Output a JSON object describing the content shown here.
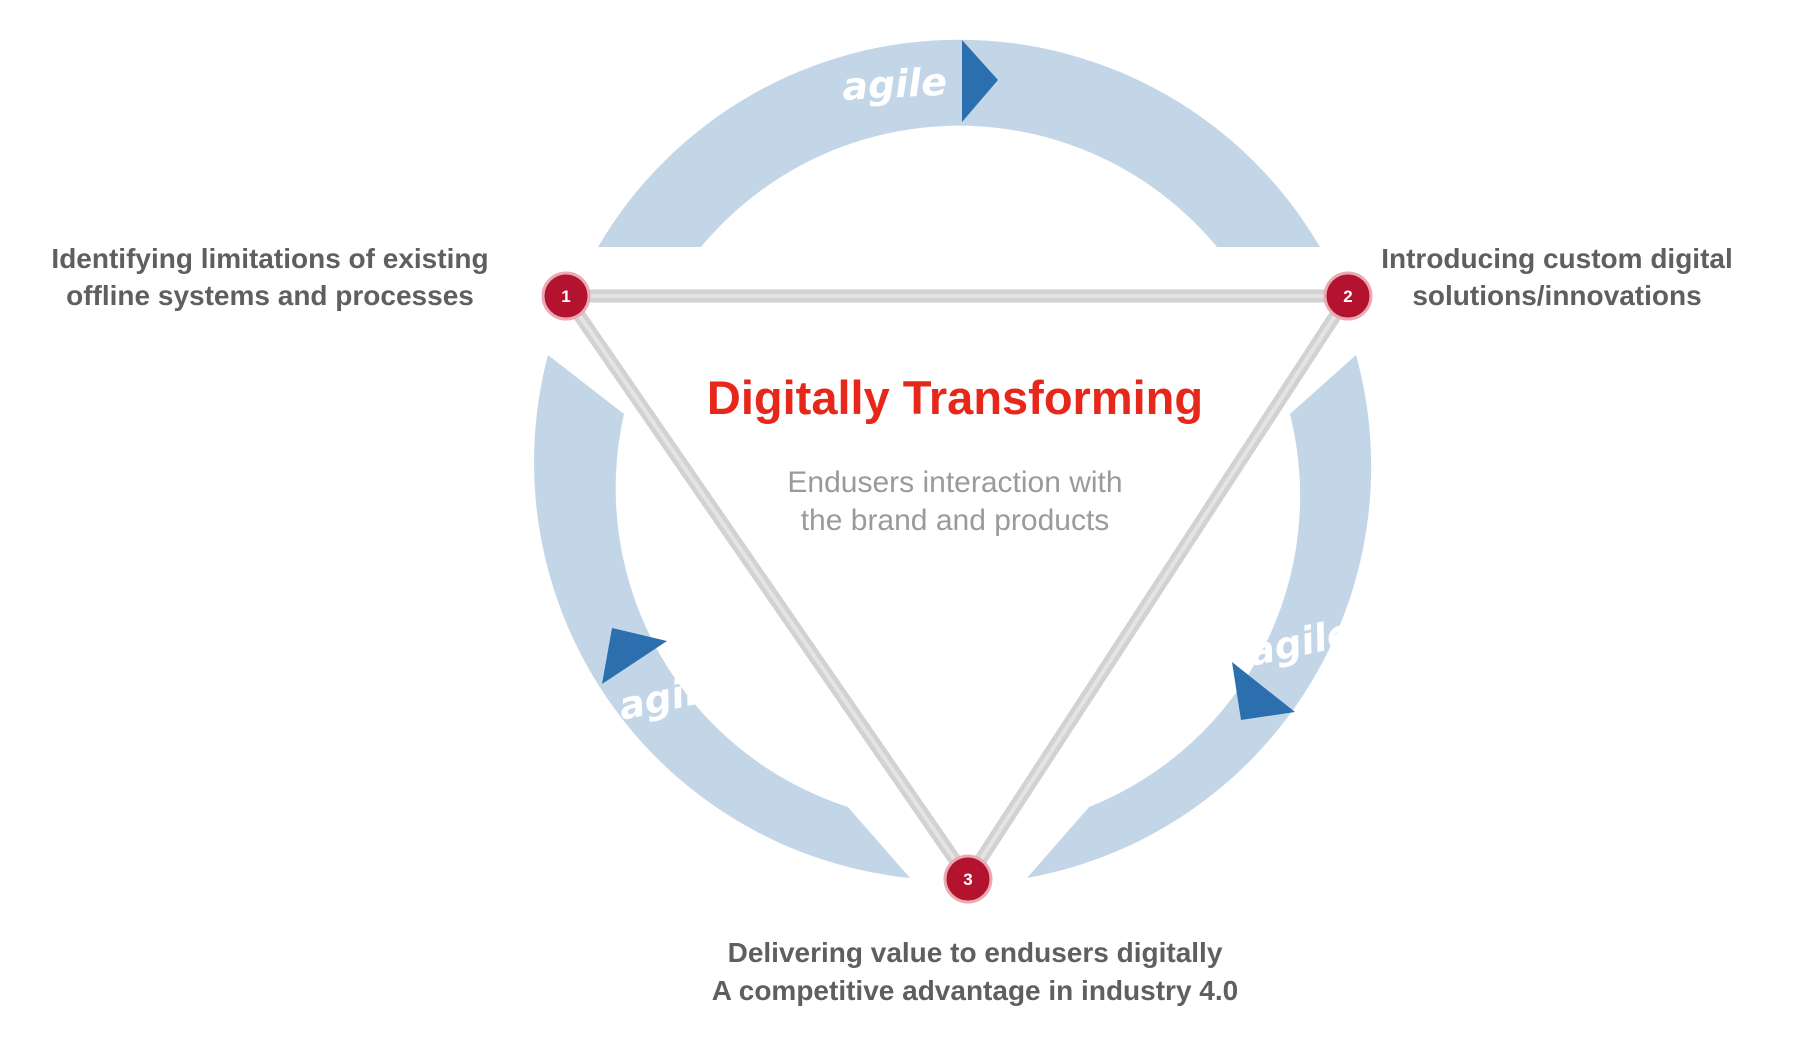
{
  "cycle_label": "agile",
  "center": {
    "title": "Digitally Transforming",
    "subtitle_line1": "Endusers interaction with",
    "subtitle_line2": "the brand and products"
  },
  "nodes": [
    {
      "number": "1",
      "caption_line1": "Identifying limitations of existing",
      "caption_line2": "offline systems and processes"
    },
    {
      "number": "2",
      "caption_line1": "Introducing custom digital",
      "caption_line2": "solutions/innovations"
    },
    {
      "number": "3",
      "caption_line1": "Delivering value to endusers digitally",
      "caption_line2": "A competitive advantage in industry 4.0"
    }
  ],
  "colors": {
    "arc": "#c3d6e7",
    "arrow": "#2b6faf",
    "node": "#b3132e",
    "edge": "#d2d2d2",
    "title": "#e6271a",
    "subtitle": "#9a9a9a",
    "caption": "#5f5f5f"
  }
}
